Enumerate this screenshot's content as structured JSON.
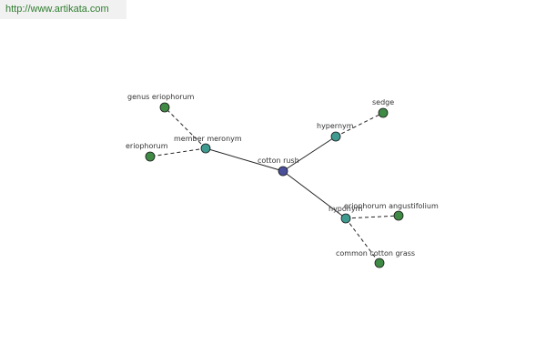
{
  "header": {
    "url": "http://www.artikata.com"
  },
  "graph": {
    "colors": {
      "center": "#4a4f9c",
      "relation": "#3f9a8f",
      "leaf": "#3f8a44"
    },
    "nodes": {
      "cotton_rush": {
        "label": "cotton rush"
      },
      "member_meronym": {
        "label": "member meronym"
      },
      "hypernym": {
        "label": "hypernym"
      },
      "hyponym": {
        "label": "hyponym"
      },
      "genus_eriophorum": {
        "label": "genus eriophorum"
      },
      "eriophorum": {
        "label": "eriophorum"
      },
      "sedge": {
        "label": "sedge"
      },
      "eriophorum_angustifolium": {
        "label": "eriophorum angustifolium"
      },
      "common_cotton_grass": {
        "label": "common cotton grass"
      }
    }
  }
}
